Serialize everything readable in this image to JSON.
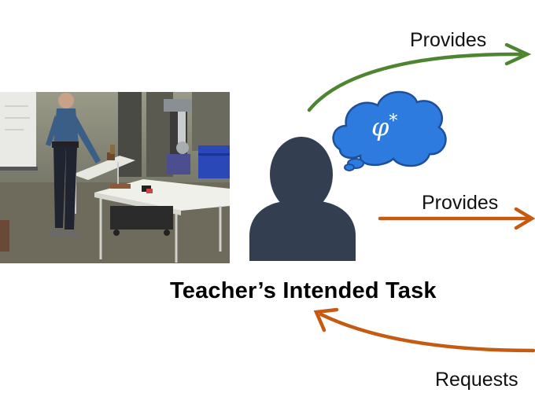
{
  "diagram": {
    "title": "Teacher’s Intended Task",
    "thought_symbol": "φ*",
    "arrows": [
      {
        "label": "Provides",
        "color": "#4e8530",
        "direction": "out"
      },
      {
        "label": "Provides",
        "color": "#c55a11",
        "direction": "out"
      },
      {
        "label": "Requests",
        "color": "#c55a11",
        "direction": "in"
      }
    ],
    "colors": {
      "person": "#333f50",
      "cloud_fill": "#2e7be0",
      "cloud_stroke": "#1f4e9a"
    },
    "icons": [
      "lab-photo",
      "person-icon",
      "thought-cloud-icon"
    ]
  }
}
